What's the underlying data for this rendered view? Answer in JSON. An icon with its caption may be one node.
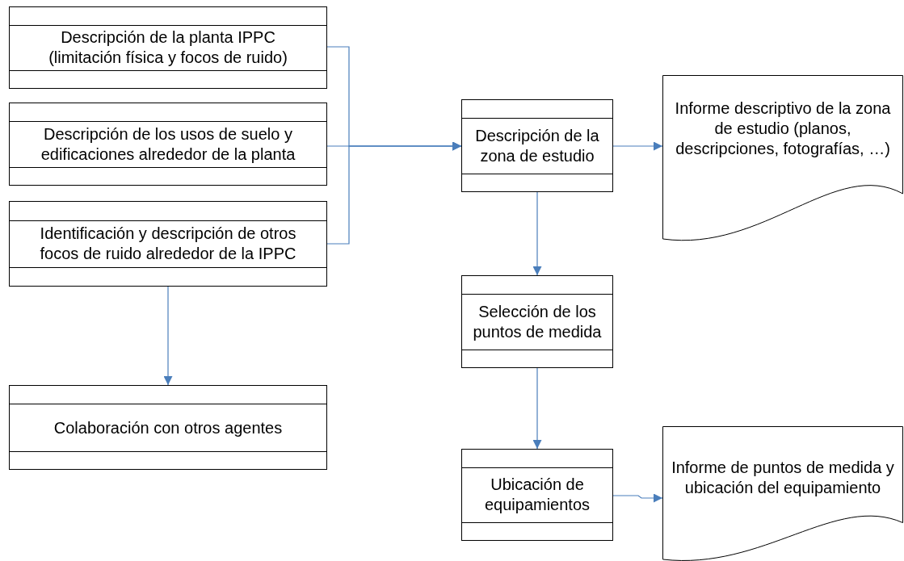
{
  "diagram": {
    "nodes": [
      {
        "text": [
          "Descripción de la planta IPPC (limitación física y focos de ruido)"
        ]
      },
      {
        "text": [
          "Descripción de los usos de suelo y edificaciones alrededor de la planta"
        ]
      },
      {
        "text": [
          "Identificación y descripción de otros focos de ruido alrededor de la IPPC"
        ]
      },
      {
        "text": [
          "Colaboración con otros agentes"
        ]
      },
      {
        "text": [
          "Descripción de la zona de estudio"
        ]
      },
      {
        "text": [
          "Selección de los puntos de medida"
        ]
      },
      {
        "text": [
          "Ubicación de equipamientos"
        ]
      },
      {
        "text": [
          "Informe descriptivo de la zona de estudio (planos, descripciones, fotografías, …)"
        ]
      },
      {
        "text": [
          "Informe de puntos de medida y ubicación del equipamiento"
        ]
      }
    ],
    "edges": [
      {
        "from": 0,
        "to": 4,
        "arrow": "to"
      },
      {
        "from": 1,
        "to": 4,
        "arrow": "to"
      },
      {
        "from": 2,
        "to": 4,
        "arrow": "to"
      },
      {
        "from": 2,
        "to": 3,
        "arrow": "to"
      },
      {
        "from": 4,
        "to": 7,
        "arrow": "to"
      },
      {
        "from": 4,
        "to": 5,
        "arrow": "to"
      },
      {
        "from": 5,
        "to": 6,
        "arrow": "to"
      },
      {
        "from": 6,
        "to": 8,
        "arrow": "to"
      }
    ]
  }
}
